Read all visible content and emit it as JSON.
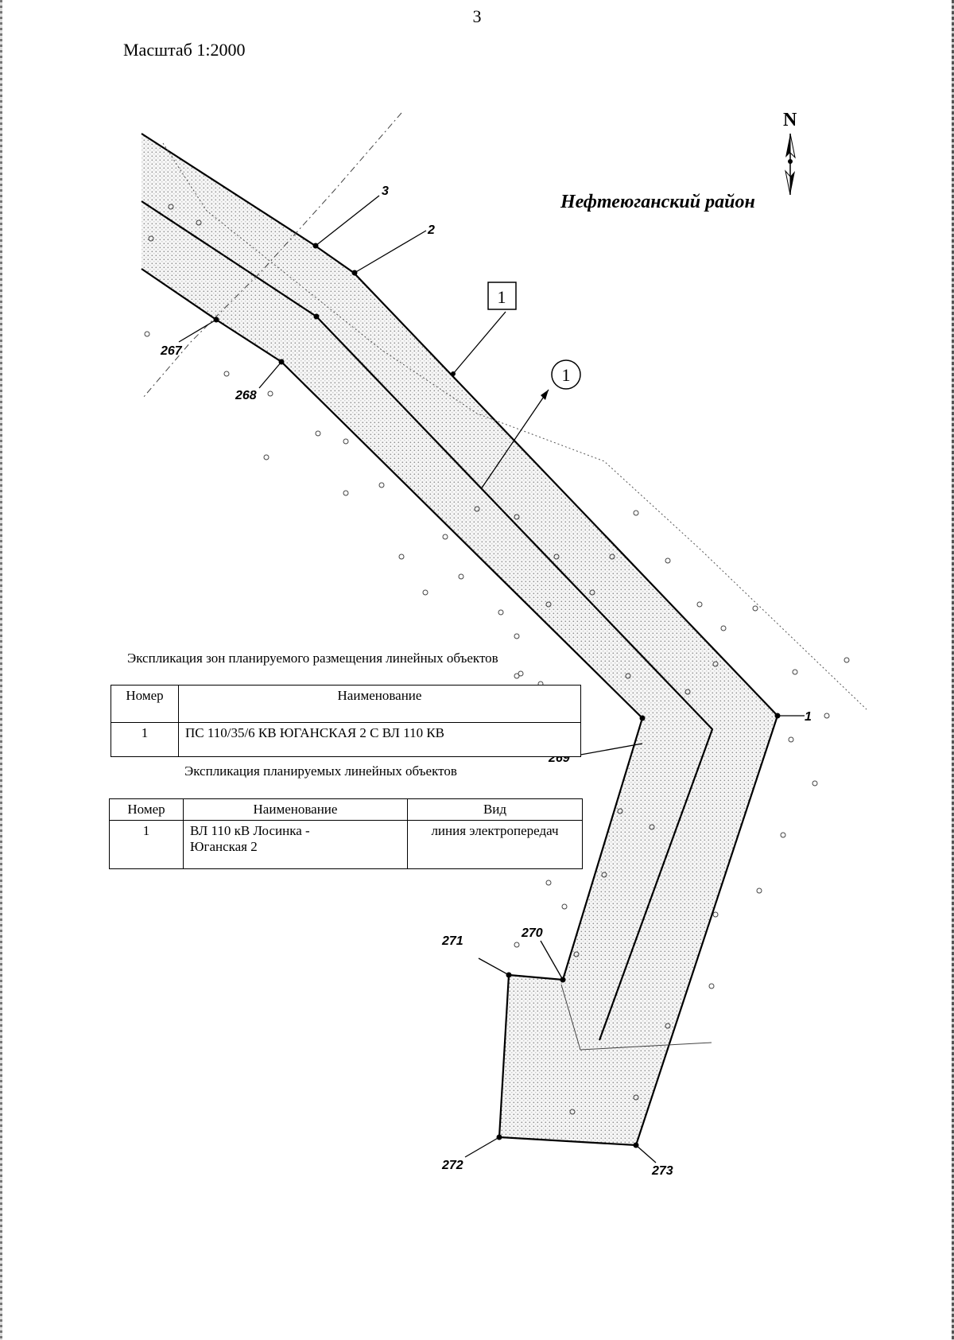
{
  "page": {
    "number": "3",
    "scale": "Масштаб 1:2000"
  },
  "map": {
    "district_label": "Нефтеюганский район",
    "north_label": "N",
    "zone_callout": "1",
    "object_callout": "1",
    "points": {
      "p1": "1",
      "p2": "2",
      "p3": "3",
      "p267": "267",
      "p268": "268",
      "p269": "269",
      "p270": "270",
      "p271": "271",
      "p272": "272",
      "p273": "273"
    }
  },
  "zones_table": {
    "caption": "Экспликация зон планируемого размещения линейных объектов",
    "headers": [
      "Номер",
      "Наименование"
    ],
    "rows": [
      {
        "number": "1",
        "name": "ПС 110/35/6 КВ ЮГАНСКАЯ 2 С ВЛ 110 КВ"
      }
    ]
  },
  "objects_table": {
    "caption": "Экспликация планируемых линейных объектов",
    "headers": [
      "Номер",
      "Наименование",
      "Вид"
    ],
    "rows": [
      {
        "number": "1",
        "name_line1": "ВЛ 110 кВ Лосинка -",
        "name_line2": "Юганская 2",
        "type": "линия электропередач"
      }
    ]
  }
}
